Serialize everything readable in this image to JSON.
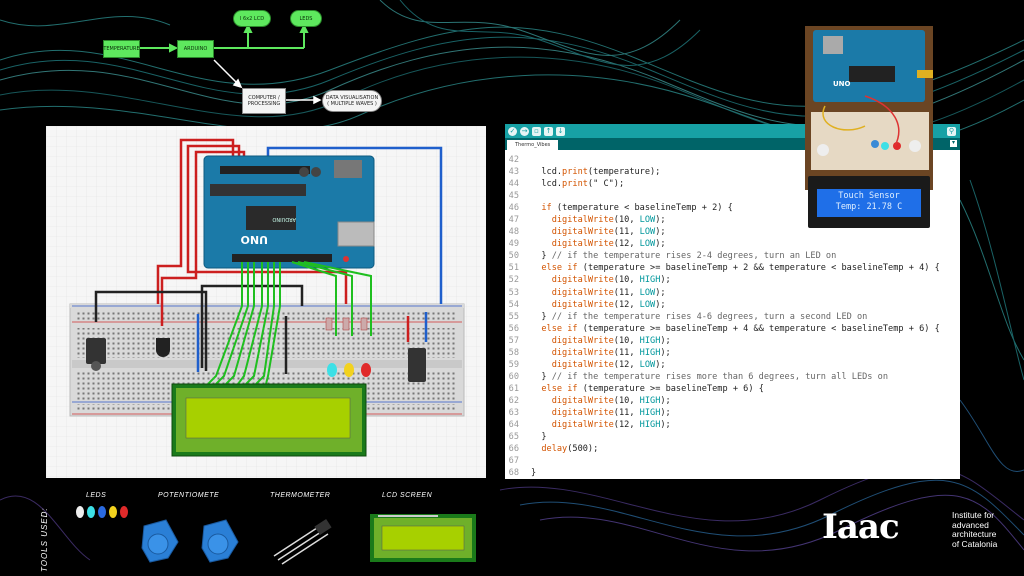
{
  "flow": {
    "temperature": "TEMPERATURE",
    "arduino": "ARDUINO",
    "lcd": "I 6x2 LCD",
    "leds": "LEDS",
    "computer_line1": "COMPUTER /",
    "computer_line2": "PROCESSING",
    "data_vis_line1": "DATA VISUALISATION",
    "data_vis_line2": "( MULTIPLE WAVES )"
  },
  "ide": {
    "tab_name": "Thermo_Vibes",
    "toolbar_icons": [
      "verify-icon",
      "upload-icon",
      "new-icon",
      "open-icon",
      "save-icon",
      "serial-monitor-icon"
    ],
    "code": [
      {
        "n": "42",
        "t": ""
      },
      {
        "n": "43",
        "t": "  lcd.print(temperature);"
      },
      {
        "n": "44",
        "t": "  lcd.print(\" C\");"
      },
      {
        "n": "45",
        "t": ""
      },
      {
        "n": "46",
        "t": "  if (temperature < baselineTemp + 2) {"
      },
      {
        "n": "47",
        "t": "    digitalWrite(10, LOW);"
      },
      {
        "n": "48",
        "t": "    digitalWrite(11, LOW);"
      },
      {
        "n": "49",
        "t": "    digitalWrite(12, LOW);"
      },
      {
        "n": "50",
        "t": "  } // if the temperature rises 2-4 degrees, turn an LED on"
      },
      {
        "n": "51",
        "t": "  else if (temperature >= baselineTemp + 2 && temperature < baselineTemp + 4) {"
      },
      {
        "n": "52",
        "t": "    digitalWrite(10, HIGH);"
      },
      {
        "n": "53",
        "t": "    digitalWrite(11, LOW);"
      },
      {
        "n": "54",
        "t": "    digitalWrite(12, LOW);"
      },
      {
        "n": "55",
        "t": "  } // if the temperature rises 4-6 degrees, turn a second LED on"
      },
      {
        "n": "56",
        "t": "  else if (temperature >= baselineTemp + 4 && temperature < baselineTemp + 6) {"
      },
      {
        "n": "57",
        "t": "    digitalWrite(10, HIGH);"
      },
      {
        "n": "58",
        "t": "    digitalWrite(11, HIGH);"
      },
      {
        "n": "59",
        "t": "    digitalWrite(12, LOW);"
      },
      {
        "n": "60",
        "t": "  } // if the temperature rises more than 6 degrees, turn all LEDs on"
      },
      {
        "n": "61",
        "t": "  else if (temperature >= baselineTemp + 6) {"
      },
      {
        "n": "62",
        "t": "    digitalWrite(10, HIGH);"
      },
      {
        "n": "63",
        "t": "    digitalWrite(11, HIGH);"
      },
      {
        "n": "64",
        "t": "    digitalWrite(12, HIGH);"
      },
      {
        "n": "65",
        "t": "  }"
      },
      {
        "n": "66",
        "t": "  delay(500);"
      },
      {
        "n": "67",
        "t": ""
      },
      {
        "n": "68",
        "t": "}"
      }
    ]
  },
  "photo": {
    "lcd_line1": "Touch Sensor",
    "lcd_line2": "Temp: 21.78 C",
    "board_label": "UNO"
  },
  "circuit": {
    "board_label": "UNO",
    "board_sub": "ARDUINO"
  },
  "tools": {
    "heading": "TOOLS USED:",
    "leds": "LEDS",
    "potentiometer": "POTENTIOMETE",
    "thermometer": "THERMOMETER",
    "lcd_screen": "LCD SCREEN"
  },
  "logo": {
    "mark": "Iaac",
    "line1": "Institute for",
    "line2": "advanced",
    "line3": "architecture",
    "line4": "of Catalonia"
  },
  "colors": {
    "ide_teal": "#17a1a5",
    "ide_dark_teal": "#006468",
    "flow_green": "#5ee85e",
    "wave_cyan": "#3fc9c9",
    "wave_purple": "#6b4fb5"
  }
}
